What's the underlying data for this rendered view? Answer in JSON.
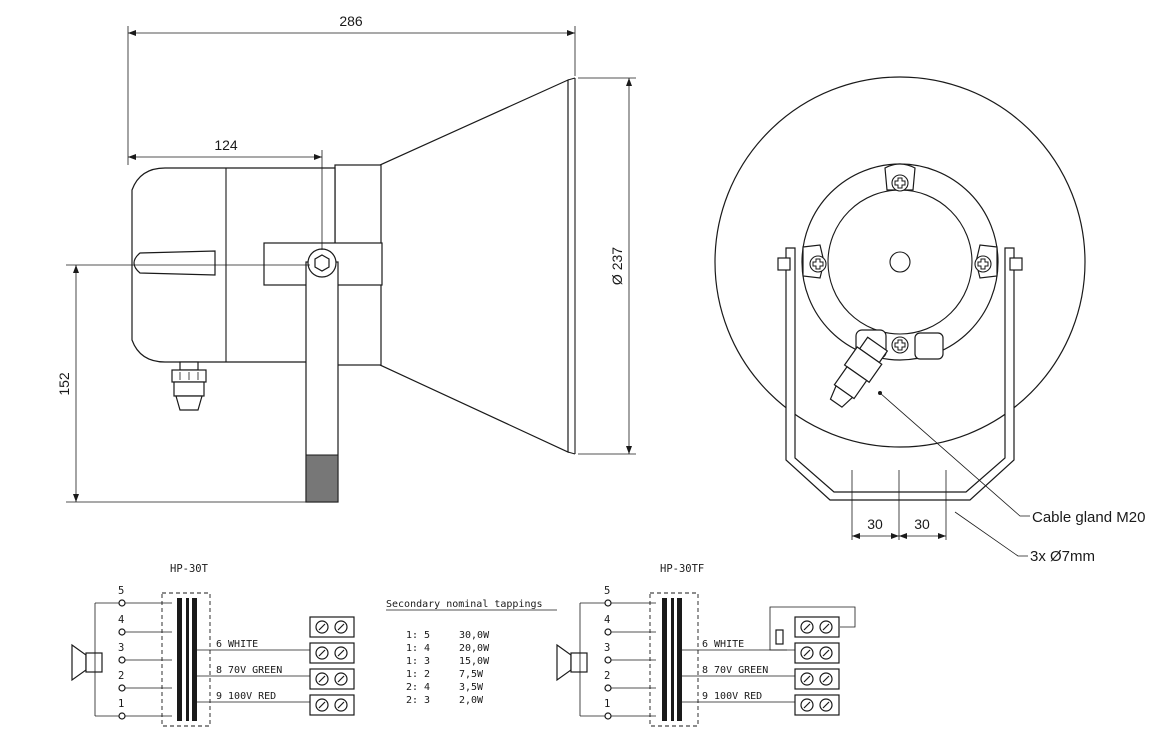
{
  "dimensions": {
    "overall_length": "286",
    "body_length": "124",
    "mount_height": "152",
    "horn_diameter": "Ø 237",
    "hole_spacing_1": "30",
    "hole_spacing_2": "30"
  },
  "callouts": {
    "cable_gland": "Cable gland M20",
    "holes": "3x Ø7mm"
  },
  "tappings": {
    "title": "Secondary nominal tappings",
    "rows": [
      {
        "ratio": "1: 5",
        "power": "30,0W"
      },
      {
        "ratio": "1: 4",
        "power": "20,0W"
      },
      {
        "ratio": "1: 3",
        "power": "15,0W"
      },
      {
        "ratio": "1: 2",
        "power": "7,5W"
      },
      {
        "ratio": "2: 4",
        "power": "3,5W"
      },
      {
        "ratio": "2: 3",
        "power": "2,0W"
      }
    ]
  },
  "wiring": [
    {
      "model": "HP-30T",
      "taps": [
        "5",
        "4",
        "3",
        "2",
        "1"
      ],
      "outputs": [
        "6  WHITE",
        "8  70V GREEN",
        "9  100V RED"
      ]
    },
    {
      "model": "HP-30TF",
      "taps": [
        "5",
        "4",
        "3",
        "2",
        "1"
      ],
      "outputs": [
        "6  WHITE",
        "8  70V GREEN",
        "9  100V RED"
      ]
    }
  ]
}
